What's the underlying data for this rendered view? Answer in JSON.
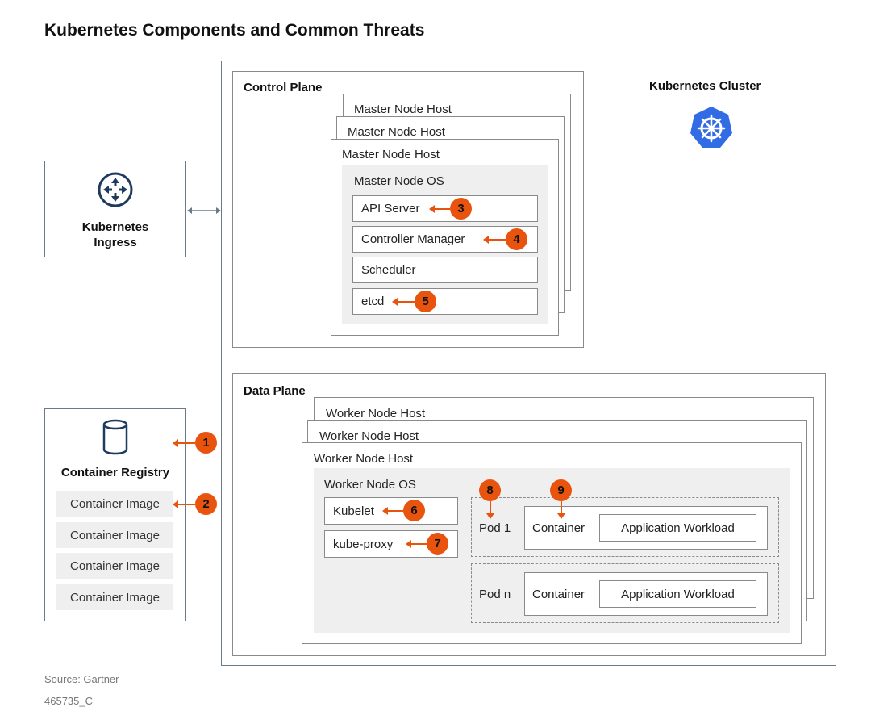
{
  "title": "Kubernetes Components and Common Threats",
  "cluster_label": "Kubernetes Cluster",
  "ingress_label": "Kubernetes\nIngress",
  "control_plane": {
    "label": "Control Plane",
    "master_host": "Master Node Host",
    "master_os": "Master Node OS",
    "components": [
      "API Server",
      "Controller Manager",
      "Scheduler",
      "etcd"
    ],
    "threats": {
      "api_server": "3",
      "controller_manager": "4",
      "etcd": "5"
    }
  },
  "data_plane": {
    "label": "Data Plane",
    "worker_host": "Worker Node Host",
    "worker_os": "Worker Node OS",
    "kubelet": "Kubelet",
    "kube_proxy": "kube-proxy",
    "pod1": "Pod 1",
    "podn": "Pod n",
    "container": "Container",
    "workload": "Application Workload",
    "threats": {
      "kubelet": "6",
      "kube_proxy": "7",
      "pod": "8",
      "container": "9"
    }
  },
  "registry": {
    "label": "Container Registry",
    "images": [
      "Container Image",
      "Container Image",
      "Container Image",
      "Container Image"
    ],
    "threats": {
      "registry": "1",
      "image": "2"
    }
  },
  "footer": {
    "source": "Source: Gartner",
    "id": "465735_C"
  },
  "colors": {
    "threat": "#e8530e",
    "k8s_blue": "#326ce5",
    "ingress_icon": "#1f3a5f"
  }
}
